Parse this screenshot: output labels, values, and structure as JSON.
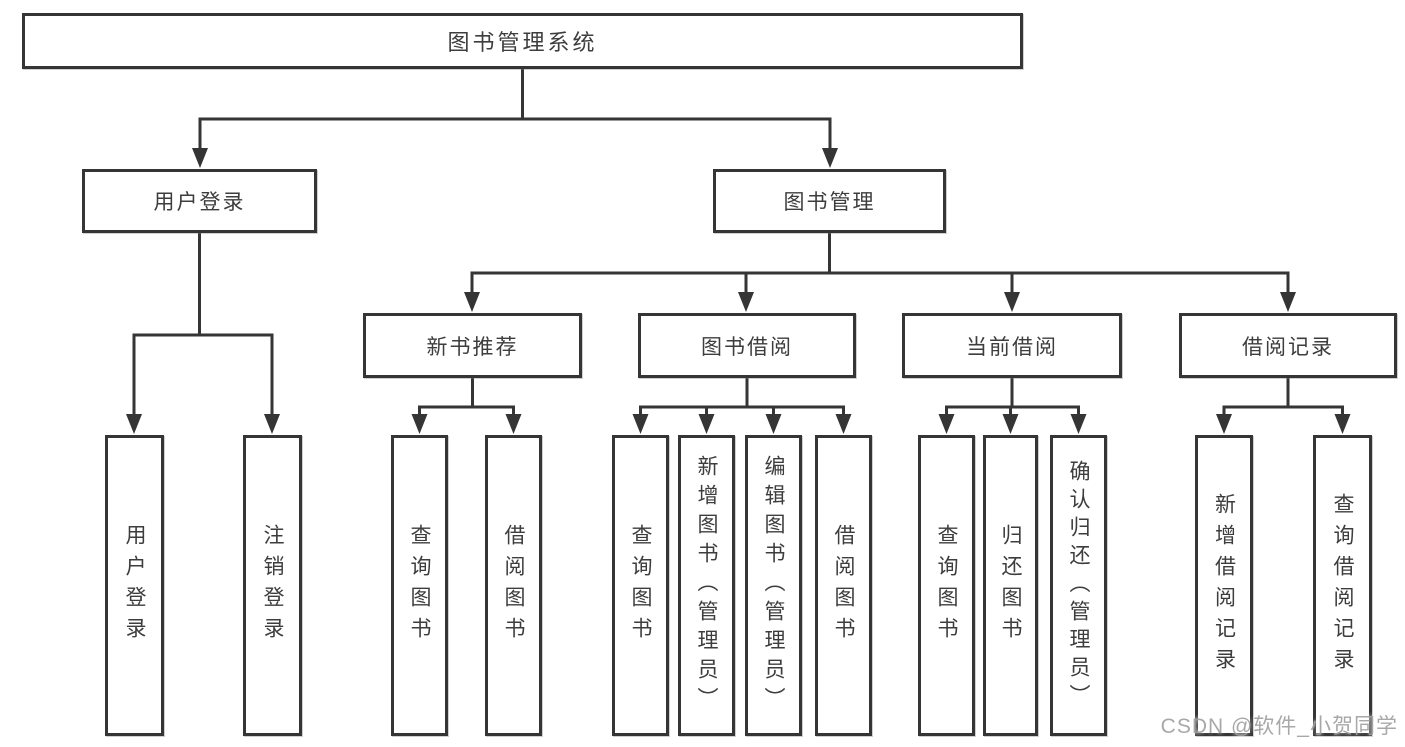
{
  "tree": {
    "label": "图书管理系统",
    "children": [
      {
        "label": "用户登录",
        "children": [
          {
            "label": "用户登录"
          },
          {
            "label": "注销登录"
          }
        ]
      },
      {
        "label": "图书管理",
        "children": [
          {
            "label": "新书推荐",
            "children": [
              {
                "label": "查询图书"
              },
              {
                "label": "借阅图书"
              }
            ]
          },
          {
            "label": "图书借阅",
            "children": [
              {
                "label": "查询图书"
              },
              {
                "label": "新增图书（管理员）"
              },
              {
                "label": "编辑图书（管理员）"
              },
              {
                "label": "借阅图书"
              }
            ]
          },
          {
            "label": "当前借阅",
            "children": [
              {
                "label": "查询图书"
              },
              {
                "label": "归还图书"
              },
              {
                "label": "确认归还（管理员）"
              }
            ]
          },
          {
            "label": "借阅记录",
            "children": [
              {
                "label": "新增借阅记录"
              },
              {
                "label": "查询借阅记录"
              }
            ]
          }
        ]
      }
    ]
  },
  "watermark": "CSDN @软件_小贺同学",
  "colors": {
    "line": "#353535",
    "text": "#3d3d3d",
    "watermark": "#9e9e9e",
    "background": "#ffffff"
  }
}
